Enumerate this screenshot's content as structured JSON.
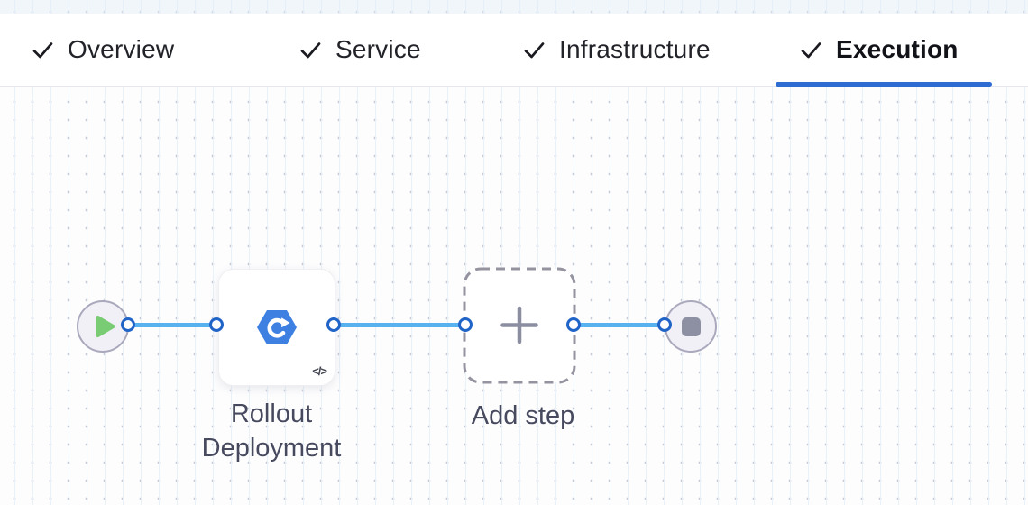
{
  "tabs": {
    "items": [
      {
        "label": "Overview",
        "status": "completed",
        "active": false
      },
      {
        "label": "Service",
        "status": "completed",
        "active": false
      },
      {
        "label": "Infrastructure",
        "status": "completed",
        "active": false
      },
      {
        "label": "Execution",
        "status": "completed",
        "active": true
      }
    ],
    "active_tab": "Execution",
    "check_icon": "check-icon"
  },
  "canvas": {
    "start_node": {
      "icon": "play-icon",
      "icon_color": "#79cc74"
    },
    "rollout_step": {
      "label": "Rollout Deployment",
      "icon": "rolling-deployment-icon",
      "icon_color": "#3e80e2",
      "code_badge": "</>"
    },
    "add_step": {
      "label": "Add step",
      "icon": "plus-icon"
    },
    "end_node": {
      "icon": "stop-icon",
      "icon_color": "#8c90a2"
    }
  },
  "colors": {
    "active_tab_underline": "#2e6cd1",
    "edge_blue": "#58b2f0",
    "port_border_blue": "#2164c8",
    "terminal_fill": "#f1f0f6",
    "terminal_border": "#a9a8bc",
    "label_text": "#474a5f",
    "tab_text": "#212329"
  }
}
